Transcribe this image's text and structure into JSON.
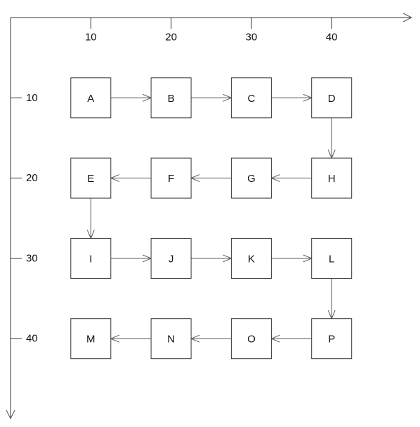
{
  "axes": {
    "x_ticks": [
      "10",
      "20",
      "30",
      "40"
    ],
    "y_ticks": [
      "10",
      "20",
      "30",
      "40"
    ]
  },
  "diagram": {
    "nodes": [
      {
        "id": "A",
        "label": "A",
        "col": 1,
        "row": 1
      },
      {
        "id": "B",
        "label": "B",
        "col": 2,
        "row": 1
      },
      {
        "id": "C",
        "label": "C",
        "col": 3,
        "row": 1
      },
      {
        "id": "D",
        "label": "D",
        "col": 4,
        "row": 1
      },
      {
        "id": "E",
        "label": "E",
        "col": 1,
        "row": 2
      },
      {
        "id": "F",
        "label": "F",
        "col": 2,
        "row": 2
      },
      {
        "id": "G",
        "label": "G",
        "col": 3,
        "row": 2
      },
      {
        "id": "H",
        "label": "H",
        "col": 4,
        "row": 2
      },
      {
        "id": "I",
        "label": "I",
        "col": 1,
        "row": 3
      },
      {
        "id": "J",
        "label": "J",
        "col": 2,
        "row": 3
      },
      {
        "id": "K",
        "label": "K",
        "col": 3,
        "row": 3
      },
      {
        "id": "L",
        "label": "L",
        "col": 4,
        "row": 3
      },
      {
        "id": "M",
        "label": "M",
        "col": 1,
        "row": 4
      },
      {
        "id": "N",
        "label": "N",
        "col": 2,
        "row": 4
      },
      {
        "id": "O",
        "label": "O",
        "col": 3,
        "row": 4
      },
      {
        "id": "P",
        "label": "P",
        "col": 4,
        "row": 4
      }
    ],
    "edges": [
      {
        "from": "A",
        "to": "B"
      },
      {
        "from": "B",
        "to": "C"
      },
      {
        "from": "C",
        "to": "D"
      },
      {
        "from": "D",
        "to": "H"
      },
      {
        "from": "H",
        "to": "G"
      },
      {
        "from": "G",
        "to": "F"
      },
      {
        "from": "F",
        "to": "E"
      },
      {
        "from": "E",
        "to": "I"
      },
      {
        "from": "I",
        "to": "J"
      },
      {
        "from": "J",
        "to": "K"
      },
      {
        "from": "K",
        "to": "L"
      },
      {
        "from": "L",
        "to": "P"
      },
      {
        "from": "P",
        "to": "O"
      },
      {
        "from": "O",
        "to": "N"
      },
      {
        "from": "N",
        "to": "M"
      }
    ]
  }
}
